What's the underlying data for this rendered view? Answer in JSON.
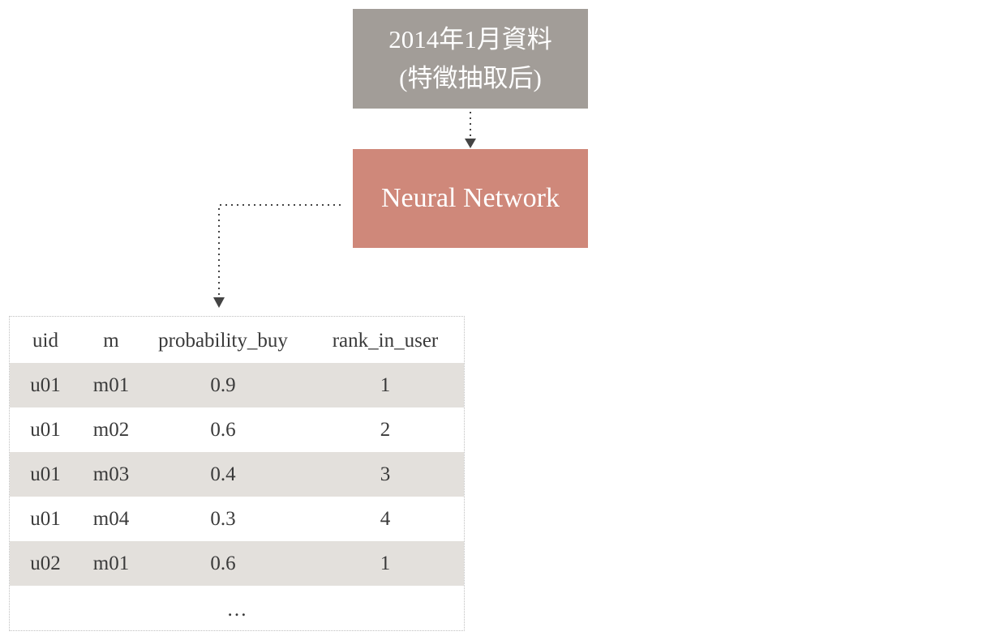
{
  "input_node": {
    "line1": "2014年1月資料",
    "line2": "(特徵抽取后)",
    "color": "#a29d98"
  },
  "model_node": {
    "label": "Neural Network",
    "color": "#cf887a"
  },
  "table": {
    "headers": [
      "uid",
      "m",
      "probability_buy",
      "rank_in_user"
    ],
    "rows": [
      [
        "u01",
        "m01",
        "0.9",
        "1"
      ],
      [
        "u01",
        "m02",
        "0.6",
        "2"
      ],
      [
        "u01",
        "m03",
        "0.4",
        "3"
      ],
      [
        "u01",
        "m04",
        "0.3",
        "4"
      ],
      [
        "u02",
        "m01",
        "0.6",
        "1"
      ]
    ],
    "ellipsis": "…",
    "shade_color": "#e3e0dc"
  }
}
